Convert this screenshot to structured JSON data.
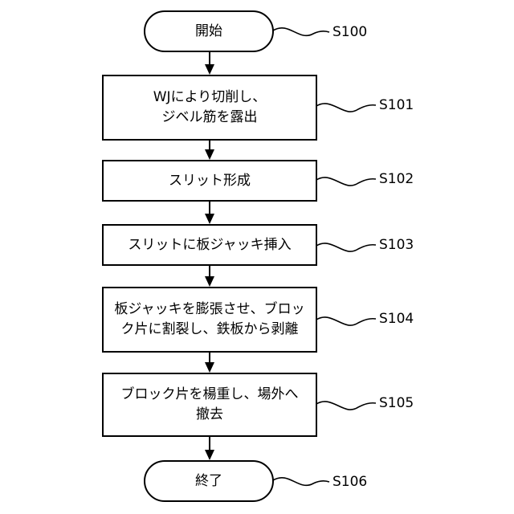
{
  "flowchart": {
    "steps": [
      {
        "id": "S100",
        "shape": "terminal",
        "text": "開始"
      },
      {
        "id": "S101",
        "shape": "process",
        "text": "WJにより切削し、\nジベル筋を露出"
      },
      {
        "id": "S102",
        "shape": "process",
        "text": "スリット形成"
      },
      {
        "id": "S103",
        "shape": "process",
        "text": "スリットに板ジャッキ挿入"
      },
      {
        "id": "S104",
        "shape": "process",
        "text": "板ジャッキを膨張させ、ブロッ\nク片に割裂し、鉄板から剥離"
      },
      {
        "id": "S105",
        "shape": "process",
        "text": "ブロック片を楊重し、場外へ\n撤去"
      },
      {
        "id": "S106",
        "shape": "terminal",
        "text": "終了"
      }
    ]
  }
}
